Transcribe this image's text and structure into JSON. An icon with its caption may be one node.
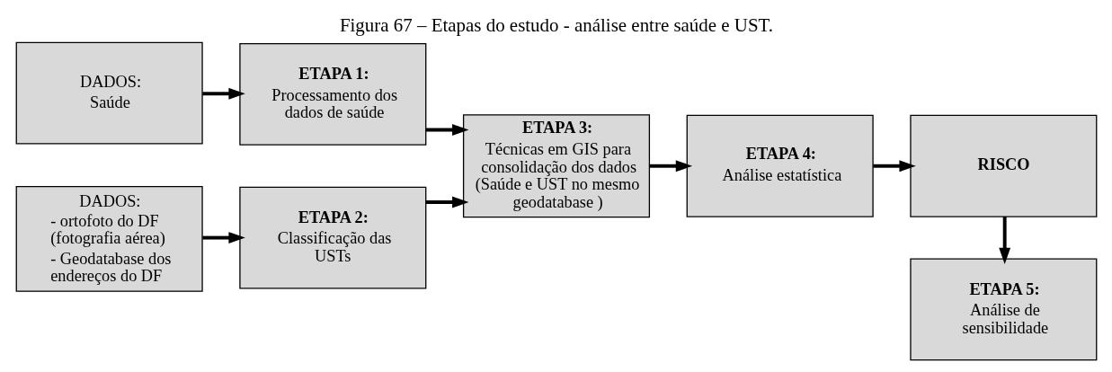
{
  "diagram": {
    "title": "Figura 67 – Etapas do estudo - análise entre saúde e UST.",
    "nodes": [
      {
        "text": [
          "DADOS:",
          "Saúde"
        ]
      },
      {
        "text": [
          "ETAPA 1:",
          "Processamento dos dados de saúde"
        ]
      },
      {
        "text": [
          "DADOS:",
          "- ortofoto do DF (fotografia aérea)",
          "- Geodatabase dos endereços do DF"
        ]
      },
      {
        "text": [
          "ETAPA 2:",
          "Classificação das USTs"
        ]
      },
      {
        "text": [
          "ETAPA 3:",
          "Técnicas em GIS para consolidação dos dados (Saúde e UST no mesmo geodatabase )"
        ]
      },
      {
        "text": [
          "ETAPA 4:",
          "Análise estatística"
        ]
      },
      {
        "text": [
          "RISCO"
        ]
      },
      {
        "text": [
          "ETAPA 5:",
          "Análise de sensibilidade"
        ]
      }
    ],
    "edges": [
      {
        "from": 0,
        "to": 1,
        "arrow": "to"
      },
      {
        "from": 2,
        "to": 3,
        "arrow": "to"
      },
      {
        "from": 1,
        "to": 4,
        "arrow": "to"
      },
      {
        "from": 3,
        "to": 4,
        "arrow": "to"
      },
      {
        "from": 4,
        "to": 5,
        "arrow": "to"
      },
      {
        "from": 5,
        "to": 6,
        "arrow": "to"
      },
      {
        "from": 6,
        "to": 7,
        "arrow": "to"
      }
    ]
  }
}
